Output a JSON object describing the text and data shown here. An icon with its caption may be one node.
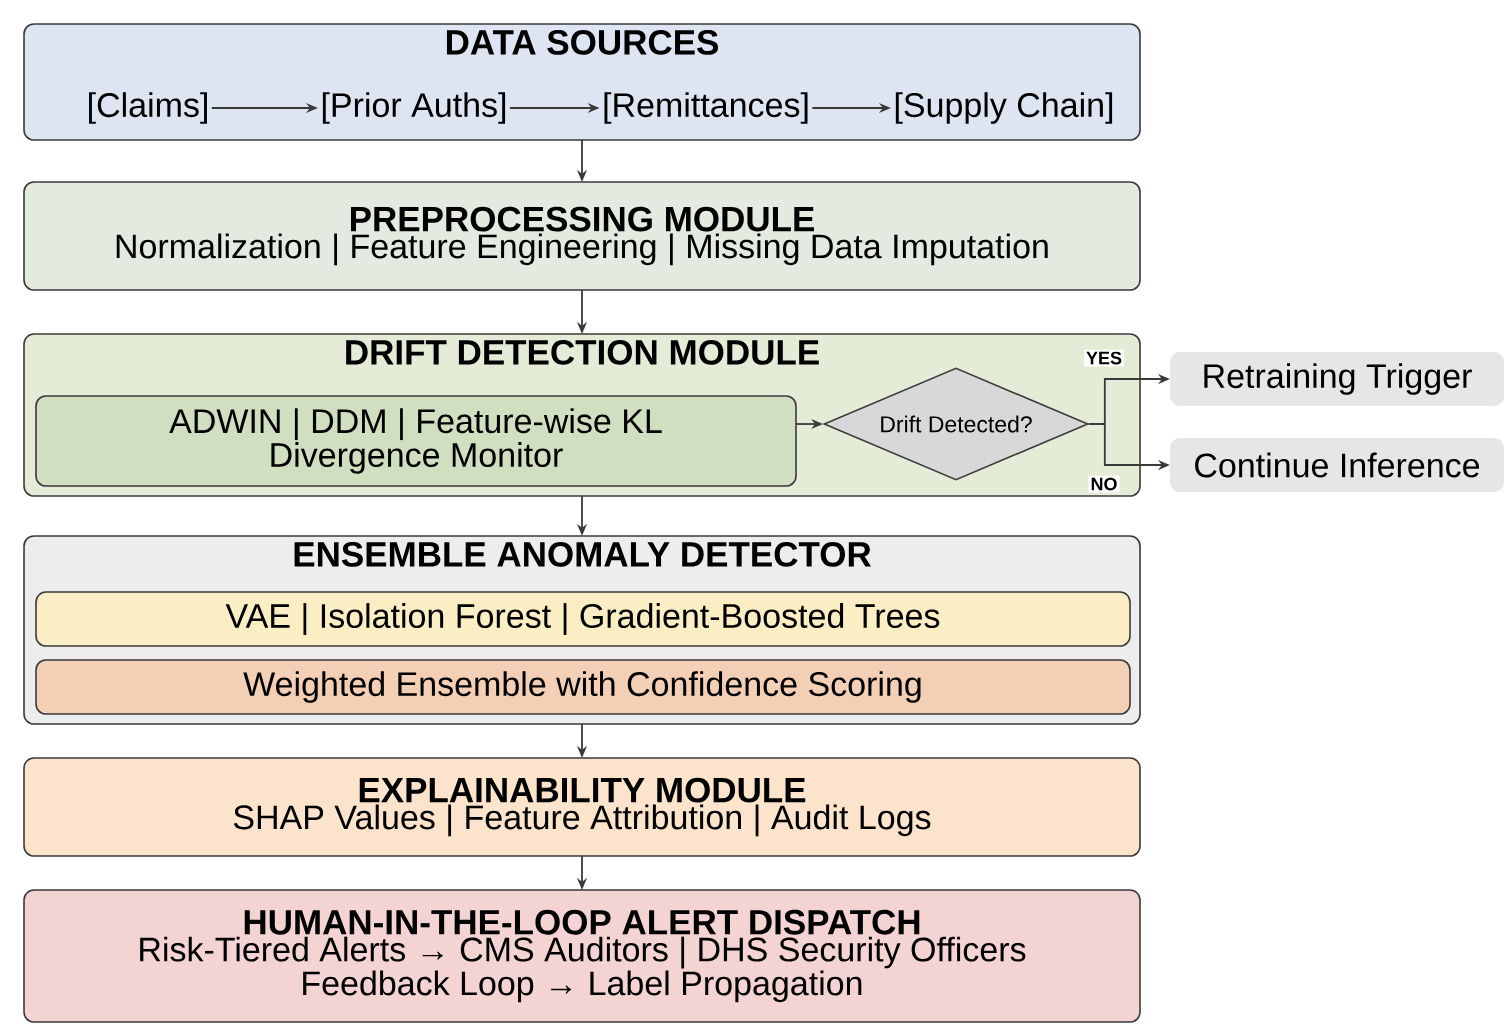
{
  "diagram": {
    "nodes": [
      {
        "text": [
          "DATA SOURCES"
        ]
      },
      {
        "text": [
          "[Claims]"
        ],
        "in": 0
      },
      {
        "text": [
          "[Prior Auths]"
        ],
        "in": 0
      },
      {
        "text": [
          "[Remittances]"
        ],
        "in": 0
      },
      {
        "text": [
          "[Supply Chain]"
        ],
        "in": 0
      },
      {
        "text": [
          "PREPROCESSING MODULE",
          "Normalization | Feature Engineering | Missing Data Imputation"
        ]
      },
      {
        "text": [
          "DRIFT DETECTION MODULE"
        ]
      },
      {
        "text": [
          "ADWIN | DDM | Feature-wise KL Divergence Monitor"
        ],
        "in": 6
      },
      {
        "text": [
          "Drift Detected?"
        ],
        "in": 6
      },
      {
        "text": [
          "Retraining Trigger"
        ]
      },
      {
        "text": [
          "Continue Inference"
        ]
      },
      {
        "text": [
          "ENSEMBLE ANOMALY DETECTOR"
        ]
      },
      {
        "text": [
          "VAE | Isolation Forest | Gradient-Boosted Trees"
        ],
        "in": 11
      },
      {
        "text": [
          "Weighted Ensemble with Confidence Scoring"
        ],
        "in": 11
      },
      {
        "text": [
          "EXPLAINABILITY MODULE",
          "SHAP Values | Feature Attribution | Audit Logs"
        ]
      },
      {
        "text": [
          "HUMAN-IN-THE-LOOP ALERT DISPATCH",
          "Risk-Tiered Alerts → CMS Auditors | DHS Security Officers",
          "Feedback Loop → Label Propagation"
        ]
      }
    ],
    "edges": [
      {
        "from": 1,
        "to": 2,
        "arrow": "to"
      },
      {
        "from": 2,
        "to": 3,
        "arrow": "to"
      },
      {
        "from": 3,
        "to": 4,
        "arrow": "to"
      },
      {
        "from": 0,
        "to": 5,
        "arrow": "to"
      },
      {
        "from": 5,
        "to": 6,
        "arrow": "to"
      },
      {
        "from": 7,
        "to": 8,
        "arrow": "to"
      },
      {
        "from": 8,
        "to": 9,
        "arrow": "to",
        "label": "YES"
      },
      {
        "from": 8,
        "to": 10,
        "arrow": "to",
        "label": "NO"
      },
      {
        "from": 6,
        "to": 11,
        "arrow": "to"
      },
      {
        "from": 11,
        "to": 14,
        "arrow": "to"
      },
      {
        "from": 14,
        "to": 15,
        "arrow": "to"
      }
    ]
  }
}
